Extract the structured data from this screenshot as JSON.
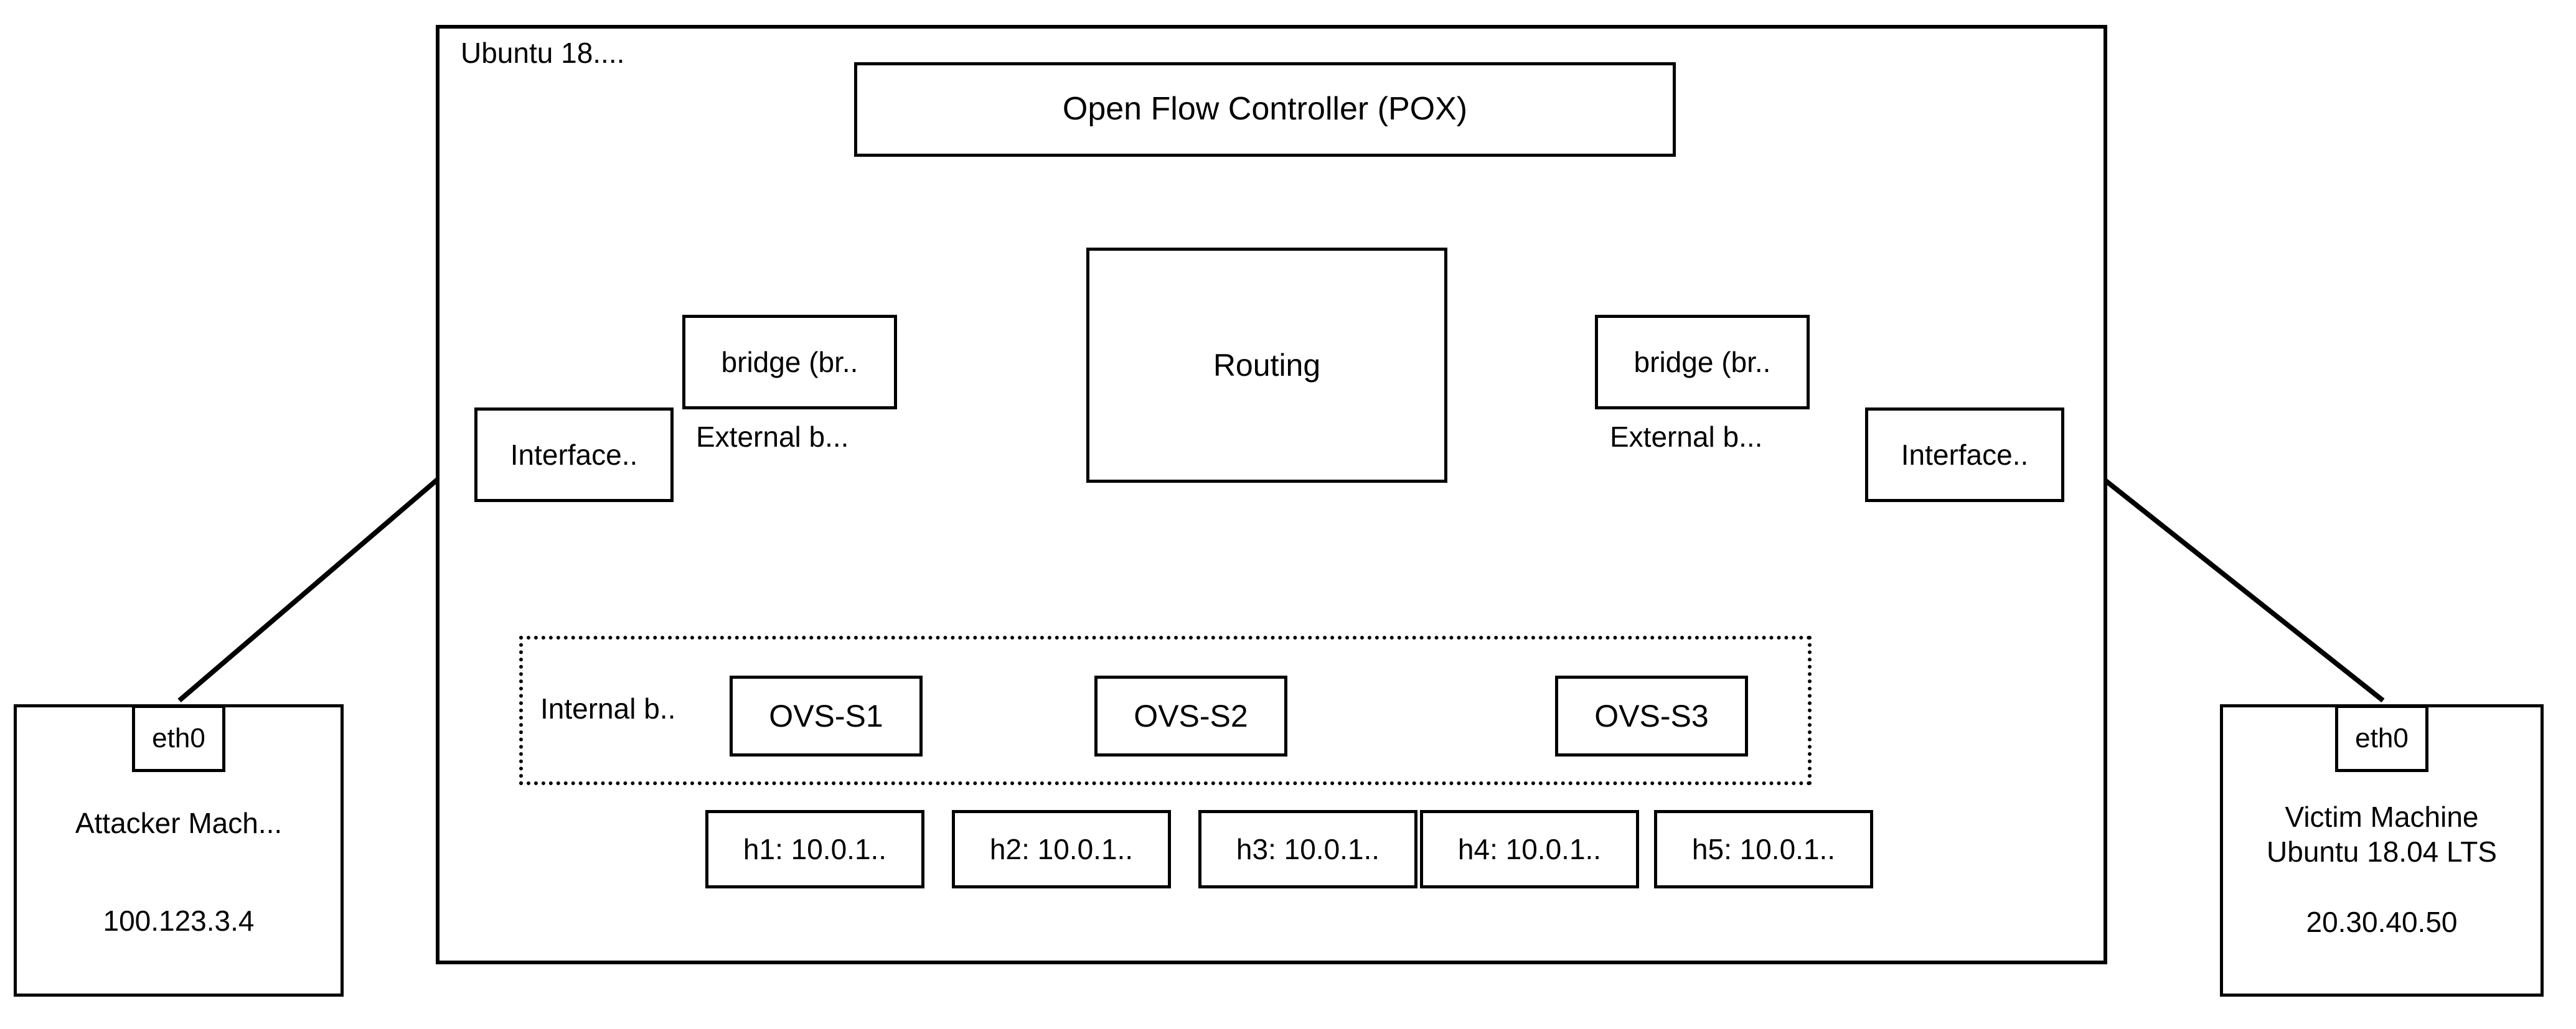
{
  "diagram": {
    "outer_container": {
      "title": "Ubuntu  18...."
    },
    "controller": {
      "label": "Open Flow Controller (POX)"
    },
    "routing": {
      "label": "Routing"
    },
    "bridges": [
      {
        "box_label": "bridge (br..",
        "caption": "External b..."
      },
      {
        "box_label": "bridge (br..",
        "caption": "External b..."
      }
    ],
    "interfaces": [
      {
        "label": "Interface.."
      },
      {
        "label": "Interface.."
      }
    ],
    "internal_bridge": {
      "label": "Internal b.."
    },
    "switches": [
      {
        "label": "OVS-S1"
      },
      {
        "label": "OVS-S2"
      },
      {
        "label": "OVS-S3"
      }
    ],
    "hosts": [
      {
        "label": "h1: 10.0.1.."
      },
      {
        "label": "h2: 10.0.1.."
      },
      {
        "label": "h3: 10.0.1.."
      },
      {
        "label": "h4: 10.0.1.."
      },
      {
        "label": "h5: 10.0.1.."
      }
    ],
    "machines": {
      "attacker": {
        "port": "eth0",
        "name": "Attacker Mach...",
        "ip": "100.123.3.4"
      },
      "victim": {
        "port": "eth0",
        "name": "Victim Machine\nUbuntu 18.04 LTS",
        "ip": "20.30.40.50"
      }
    },
    "colors": {
      "stroke": "#000000",
      "background": "#ffffff"
    }
  }
}
